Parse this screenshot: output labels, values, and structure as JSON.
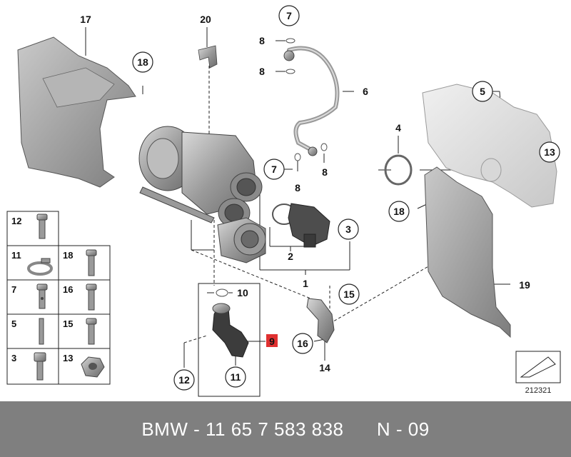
{
  "diagram": {
    "reference_number": "212321",
    "highlighted_callout": "9",
    "callouts": {
      "c17": "17",
      "c18a": "18",
      "c20": "20",
      "c7a": "7",
      "c8a": "8",
      "c8b": "8",
      "c6": "6",
      "c4": "4",
      "c5": "5",
      "c13": "13",
      "c7b": "7",
      "c8c": "8",
      "c8d": "8",
      "c3": "3",
      "c2": "2",
      "c1": "1",
      "c18b": "18",
      "c19": "19",
      "c10": "10",
      "c9": "9",
      "c15": "15",
      "c16": "16",
      "c14": "14",
      "c12": "12",
      "c11": "11"
    },
    "legend": [
      {
        "id": "l12",
        "number": "12",
        "icon": "bolt-icon"
      },
      {
        "id": "l11",
        "number": "11",
        "icon": "hose-clamp-icon"
      },
      {
        "id": "l18",
        "number": "18",
        "icon": "bolt-icon"
      },
      {
        "id": "l7",
        "number": "7",
        "icon": "banjo-bolt-icon"
      },
      {
        "id": "l16",
        "number": "16",
        "icon": "bolt-icon"
      },
      {
        "id": "l5",
        "number": "5",
        "icon": "stud-icon"
      },
      {
        "id": "l15",
        "number": "15",
        "icon": "bolt-icon"
      },
      {
        "id": "l3",
        "number": "3",
        "icon": "bolt-icon"
      },
      {
        "id": "l13",
        "number": "13",
        "icon": "nut-icon"
      }
    ],
    "colors": {
      "highlight": "#e03030",
      "part_gray": "#8a8a8a",
      "footer_bg": "#7f7f7f"
    }
  },
  "footer": {
    "brand": "BMW",
    "part_number": "11 65 7 583 838",
    "code": "N - 09"
  }
}
